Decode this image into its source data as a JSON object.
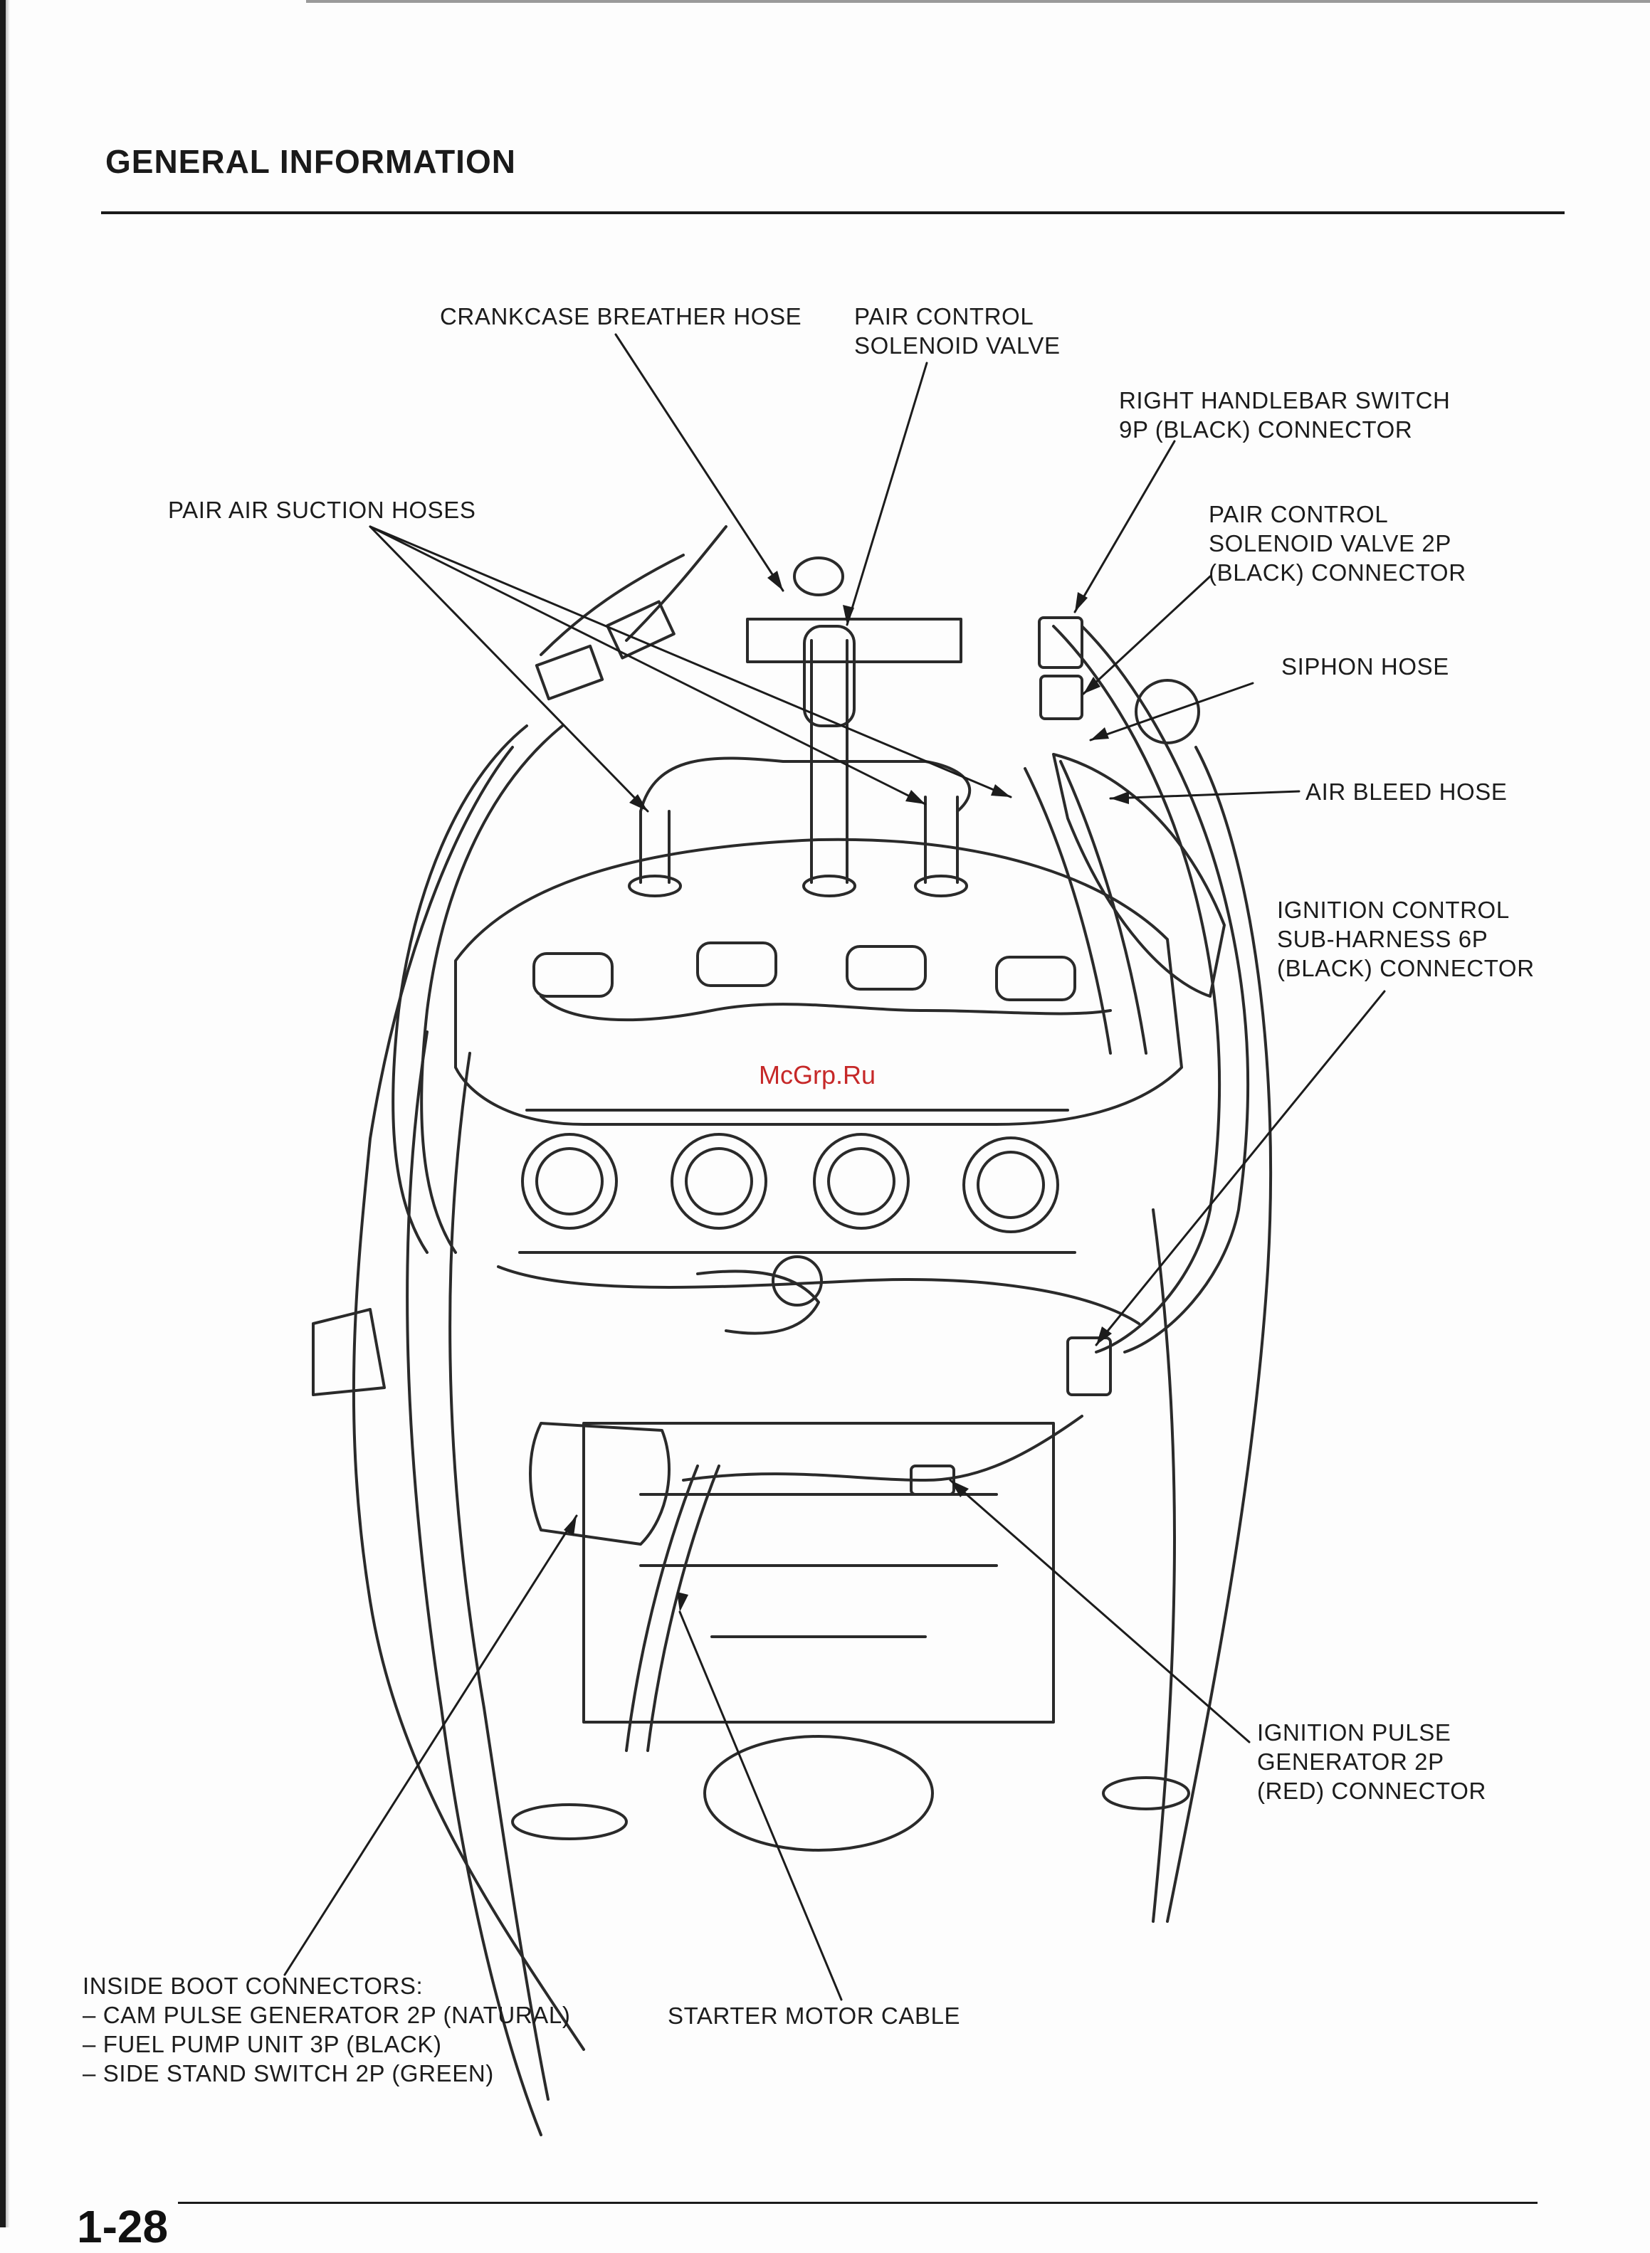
{
  "header": {
    "section_title": "GENERAL INFORMATION"
  },
  "callouts": {
    "crankcase_breather_hose": [
      "CRANKCASE BREATHER HOSE"
    ],
    "pair_control_solenoid_valve": [
      "PAIR CONTROL",
      "SOLENOID VALVE"
    ],
    "right_handlebar_switch_connector": [
      "RIGHT HANDLEBAR SWITCH",
      "9P (BLACK) CONNECTOR"
    ],
    "pair_air_suction_hoses": [
      "PAIR AIR SUCTION HOSES"
    ],
    "pair_control_solenoid_valve_connector": [
      "PAIR CONTROL",
      "SOLENOID VALVE 2P",
      "(BLACK) CONNECTOR"
    ],
    "siphon_hose": [
      "SIPHON HOSE"
    ],
    "air_bleed_hose": [
      "AIR BLEED HOSE"
    ],
    "ignition_control_subharness_connector": [
      "IGNITION CONTROL",
      "SUB-HARNESS 6P",
      "(BLACK) CONNECTOR"
    ],
    "ignition_pulse_generator_connector": [
      "IGNITION PULSE",
      "GENERATOR 2P",
      "(RED) CONNECTOR"
    ],
    "inside_boot_connectors": [
      "INSIDE BOOT CONNECTORS:",
      "– CAM PULSE GENERATOR 2P (NATURAL)",
      "– FUEL PUMP UNIT 3P (BLACK)",
      "– SIDE STAND SWITCH 2P (GREEN)"
    ],
    "starter_motor_cable": [
      "STARTER MOTOR CABLE"
    ]
  },
  "watermark": "McGrp.Ru",
  "footer": {
    "page_number": "1-28"
  },
  "colors": {
    "ink": "#1c1c1c",
    "line_art": "#2a2a2a",
    "watermark": "#c62828"
  }
}
